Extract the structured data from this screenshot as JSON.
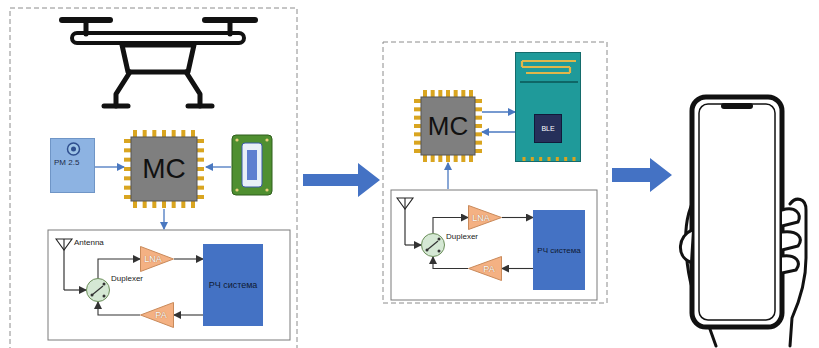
{
  "diagram": {
    "nodes": [
      {
        "text": [
          "PM 2.5"
        ]
      },
      {
        "text": [
          "MC"
        ]
      },
      {
        "text": [
          "Duplexer"
        ]
      },
      {
        "text": [
          "LNA"
        ]
      },
      {
        "text": [
          "РЧ система"
        ]
      },
      {
        "text": [
          "PA"
        ]
      },
      {
        "text": [
          "MC"
        ]
      },
      {
        "text": [
          "BLE"
        ]
      },
      {
        "text": [
          "Duplexer"
        ]
      },
      {
        "text": [
          "LNA"
        ]
      },
      {
        "text": [
          "РЧ система"
        ]
      },
      {
        "text": [
          "PA"
        ]
      }
    ],
    "edges": [
      {
        "from": 0,
        "to": 1,
        "arrow": "to"
      },
      {
        "from": 2,
        "to": 3,
        "arrow": "to"
      },
      {
        "from": 3,
        "to": 4,
        "arrow": "to"
      },
      {
        "from": 4,
        "to": 5,
        "arrow": "to"
      },
      {
        "from": 5,
        "to": 2,
        "arrow": "to"
      },
      {
        "from": 6,
        "to": 7,
        "arrow": "to"
      },
      {
        "from": 7,
        "to": 6,
        "arrow": "to"
      },
      {
        "from": 8,
        "to": 9,
        "arrow": "to"
      },
      {
        "from": 9,
        "to": 10,
        "arrow": "to"
      },
      {
        "from": 10,
        "to": 11,
        "arrow": "to"
      },
      {
        "from": 11,
        "to": 8,
        "arrow": "to"
      }
    ],
    "labels": [
      "Antenna"
    ]
  }
}
